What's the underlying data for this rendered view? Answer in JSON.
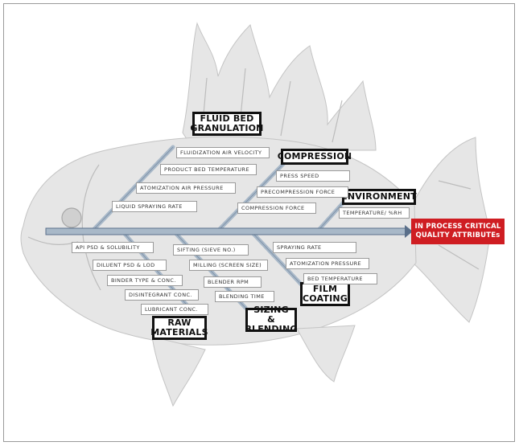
{
  "colors": {
    "effect_bg": "#cf1d22",
    "bone": "#a8b8c8",
    "spine": "#5a6f8a",
    "fish": "#d9d9d9"
  },
  "effect": {
    "line1": "IN PROCESS CRITICAL",
    "line2": "QUALITY ATTRIBUTEs"
  },
  "categories": {
    "fluid_bed": {
      "line1": "FLUID BED",
      "line2": "GRANULATION"
    },
    "compression": {
      "label": "COMPRESSION"
    },
    "environment": {
      "label": "ENVIRONMENT"
    },
    "raw_materials": {
      "line1": "RAW",
      "line2": "MATERIALS"
    },
    "sizing_blending": {
      "line1": "SIZING &",
      "line2": "BLENDING"
    },
    "film_coating": {
      "line1": "FILM",
      "line2": "COATING"
    }
  },
  "causes": {
    "fluid_bed": [
      "FLUIDIZATION AIR VELOCITY",
      "PRODUCT BED TEMPERATURE",
      "ATOMIZATION AIR PRESSURE",
      "LIQUID SPRAYING RATE"
    ],
    "compression": [
      "PRESS SPEED",
      "PRECOMPRESSION FORCE",
      "COMPRESSION FORCE"
    ],
    "environment": [
      "TEMPERATURE/ %RH"
    ],
    "raw_materials": [
      "API PSD & SOLUBILITY",
      "DILUENT PSD & LOD",
      "BINDER TYPE & CONC.",
      "DISINTEGRANT CONC.",
      "LUBRICANT CONC."
    ],
    "sizing_blending": [
      "SIFTING (SIEVE NO.)",
      "MILLING (SCREEN SIZE)",
      "BLENDER RPM",
      "BLENDING TIME"
    ],
    "film_coating": [
      "SPRAYING RATE",
      "ATOMIZATION PRESSURE",
      "BED TEMPERATURE"
    ]
  }
}
